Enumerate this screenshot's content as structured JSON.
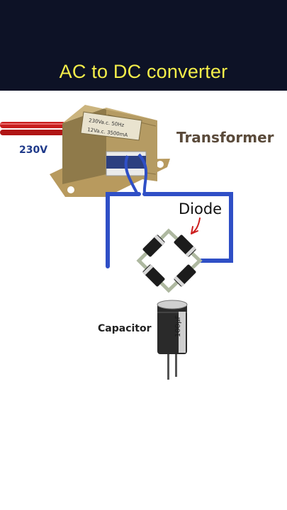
{
  "header": {
    "title": "AC to DC converter"
  },
  "labels": {
    "transformer": "Transformer",
    "input_voltage": "230V",
    "diode": "Diode",
    "capacitor": "Capacitor"
  },
  "transformer_plate": {
    "line1": "230Va.c. 50Hz",
    "line2": "12Va.c. 3500mA"
  },
  "capacitor_value": "100µF",
  "colors": {
    "header_bg": "#0d1226",
    "title": "#f4ee4a",
    "wire": "#2f4fc6",
    "arrow": "#cc1e1e"
  }
}
